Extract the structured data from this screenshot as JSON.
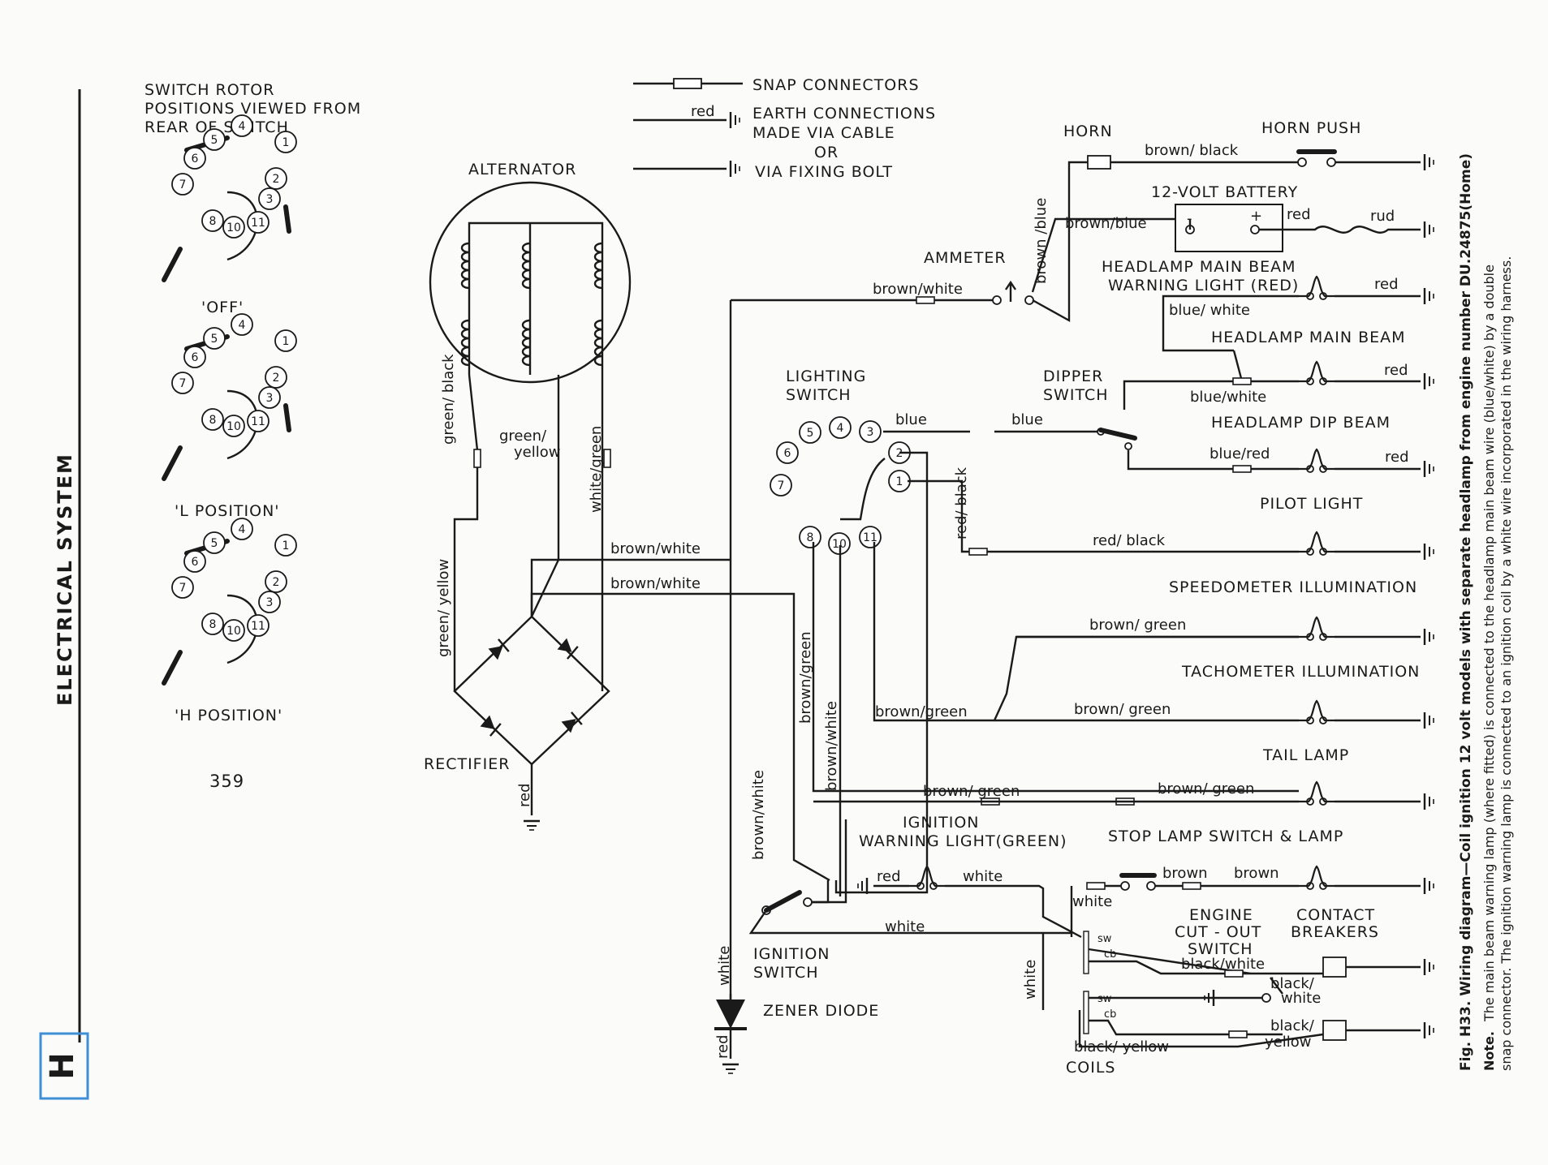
{
  "section": {
    "title": "ELECTRICAL SYSTEM",
    "tab_letter": "H",
    "page_number": "359"
  },
  "rotor": {
    "heading": [
      "SWITCH ROTOR",
      "POSITIONS VIEWED FROM",
      "REAR OF SWITCH"
    ],
    "positions": [
      "'OFF'",
      "'L POSITION'",
      "'H POSITION'"
    ],
    "terminals": [
      "1",
      "2",
      "3",
      "4",
      "5",
      "6",
      "7",
      "8",
      "10",
      "11"
    ]
  },
  "legend": {
    "snap": "SNAP CONNECTORS",
    "red": "red",
    "earth": [
      "EARTH CONNECTIONS",
      "MADE VIA CABLE",
      "OR",
      "VIA FIXING BOLT"
    ]
  },
  "components": {
    "alternator": "ALTERNATOR",
    "rectifier": "RECTIFIER",
    "ammeter": "AMMETER",
    "lighting_switch": [
      "LIGHTING",
      "SWITCH"
    ],
    "dipper_switch": [
      "DIPPER",
      "SWITCH"
    ],
    "horn": "HORN",
    "horn_push": "HORN PUSH",
    "battery": "12-VOLT BATTERY",
    "main_beam_warning": [
      "HEADLAMP MAIN BEAM",
      "WARNING LIGHT (RED)"
    ],
    "main_beam": "HEADLAMP MAIN BEAM",
    "dip_beam": "HEADLAMP DIP BEAM",
    "pilot": "PILOT LIGHT",
    "speedo": "SPEEDOMETER ILLUMINATION",
    "tacho": "TACHOMETER ILLUMINATION",
    "tail": "TAIL LAMP",
    "ign_warning": [
      "IGNITION",
      "WARNING LIGHT(GREEN)"
    ],
    "stop": "STOP LAMP SWITCH & LAMP",
    "engine_cutout": [
      "ENGINE",
      "CUT - OUT",
      "SWITCH"
    ],
    "contact_breakers": [
      "CONTACT",
      "BREAKERS"
    ],
    "ignition_switch": [
      "IGNITION",
      "SWITCH"
    ],
    "zener": "ZENER DIODE",
    "coils": "COILS"
  },
  "wires": {
    "green_black": "green/ black",
    "green_yellow_a": "green/ yellow",
    "white_green": "white/green",
    "green_yellow_b": "green/ yellow",
    "brown_white_1": "brown/white",
    "brown_white_2": "brown/white",
    "brown_white_amm": "brown/white",
    "brown_blue_v": "brown /blue",
    "brown_blue_h": "brown/blue",
    "brown_black": "brown/ black",
    "red_batt": "red",
    "red_batt2": "rud",
    "red_mbw": "red",
    "blue_white_mbw": "blue/ white",
    "red_mb": "red",
    "blue_white_mb": "blue/white",
    "blue_ls": "blue",
    "blue_ds": "blue",
    "blue_red": "blue/red",
    "red_dip": "red",
    "red_black_v": "red/ black",
    "red_black_h": "red/ black",
    "brown_green_speedo": "brown/ green",
    "brown_green_ls": "brown/green",
    "brown_green_tacho": "brown/ green",
    "brown_green_v": "brown/green",
    "brown_white_v": "brown/white",
    "brown_white_main": "brown/white",
    "brown_green_tail1": "brown/ green",
    "brown_green_tail2": "brown/ green",
    "red_ign": "red",
    "white_ign": "white",
    "brown_stop1": "brown",
    "brown_stop2": "brown",
    "white_stop": "white",
    "white_h": "white",
    "white_zener": "white",
    "white_coil": "white",
    "black_white_cut": "black/white",
    "black_white_cb": "black/ white",
    "black_yellow_cb": "black/ yellow",
    "black_yellow_coil": "black/ yellow",
    "red_rect": "red",
    "red_zener": "red",
    "sw": "sw",
    "cb": "cb"
  },
  "caption": {
    "fig": "Fig. H33. Wiring diagram—Coil ignition 12 volt models with separate headlamp from engine number DU.24875(Home)",
    "note_label": "Note.",
    "note_text": "The main beam warning lamp (where fitted) is connected to the headlamp main beam wire (blue/white) by a double",
    "note_text2": "snap connector.  The ignition warning lamp is connected to an ignition coil by a white wire incorporated in the wiring harness."
  }
}
